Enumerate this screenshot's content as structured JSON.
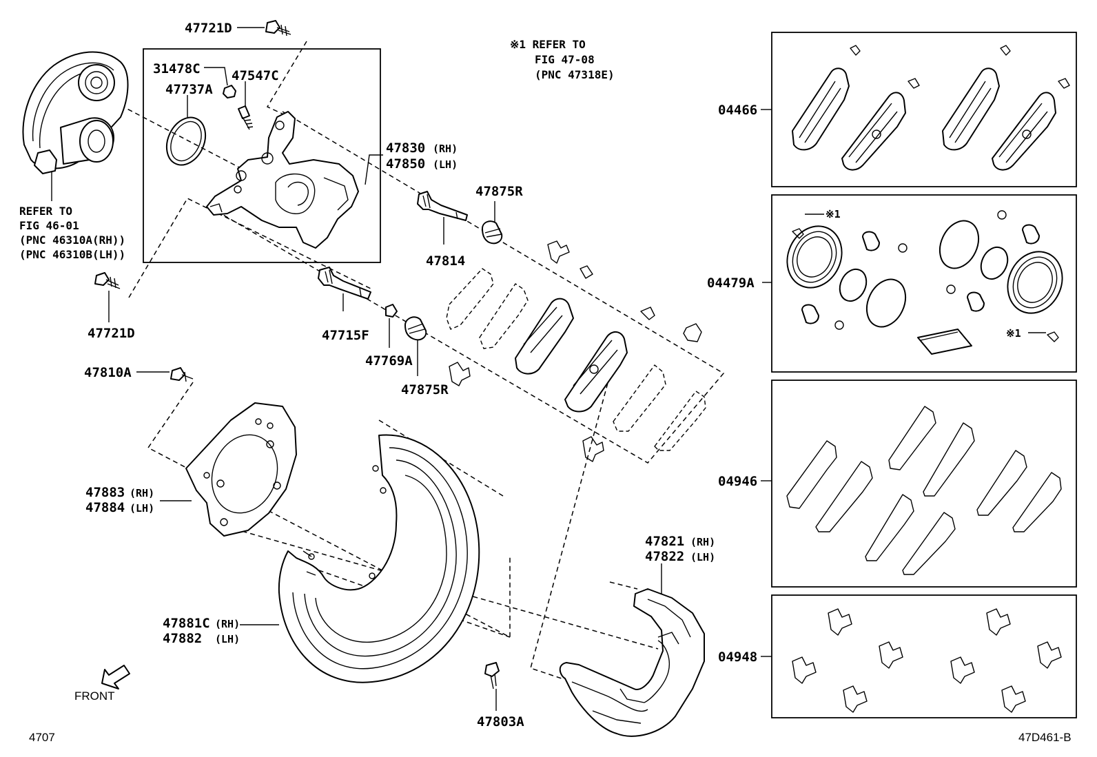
{
  "labels": {
    "p47721d_top": "47721D",
    "p31478c": "31478C",
    "p47547c": "47547C",
    "p47737a": "47737A",
    "p47830": "47830",
    "p47830_side": "(RH)",
    "p47850": "47850",
    "p47850_side": "(LH)",
    "p47875r_top": "47875R",
    "p47814": "47814",
    "p47721d_bottom": "47721D",
    "p47715f": "47715F",
    "p47769a": "47769A",
    "p47875r_bottom": "47875R",
    "p47810a": "47810A",
    "p47883": "47883",
    "p47883_side": "(RH)",
    "p47884": "47884",
    "p47884_side": "(LH)",
    "p47821": "47821",
    "p47821_side": "(RH)",
    "p47822": "47822",
    "p47822_side": "(LH)",
    "p47881c": "47881C",
    "p47881c_side": "(RH)",
    "p47882": "47882",
    "p47882_side": "(LH)",
    "p47803a": "47803A",
    "kit_04466": "04466",
    "kit_04479a": "04479A",
    "kit_04946": "04946",
    "kit_04948": "04948",
    "kit_mark_1": "※1",
    "kit_mark_2": "※1"
  },
  "notes": {
    "refer_top_line1": "※1 REFER TO",
    "refer_top_line2": "FIG 47-08",
    "refer_top_line3": "(PNC 47318E)",
    "refer_left_line1": "REFER TO",
    "refer_left_line2": "FIG 46-01",
    "refer_left_line3": "(PNC 46310A(RH))",
    "refer_left_line4": "(PNC 46310B(LH))"
  },
  "front_label": "FRONT",
  "page_code": "4707",
  "figure_code": "47D461-B",
  "icons": [
    "front-arrow-icon"
  ]
}
